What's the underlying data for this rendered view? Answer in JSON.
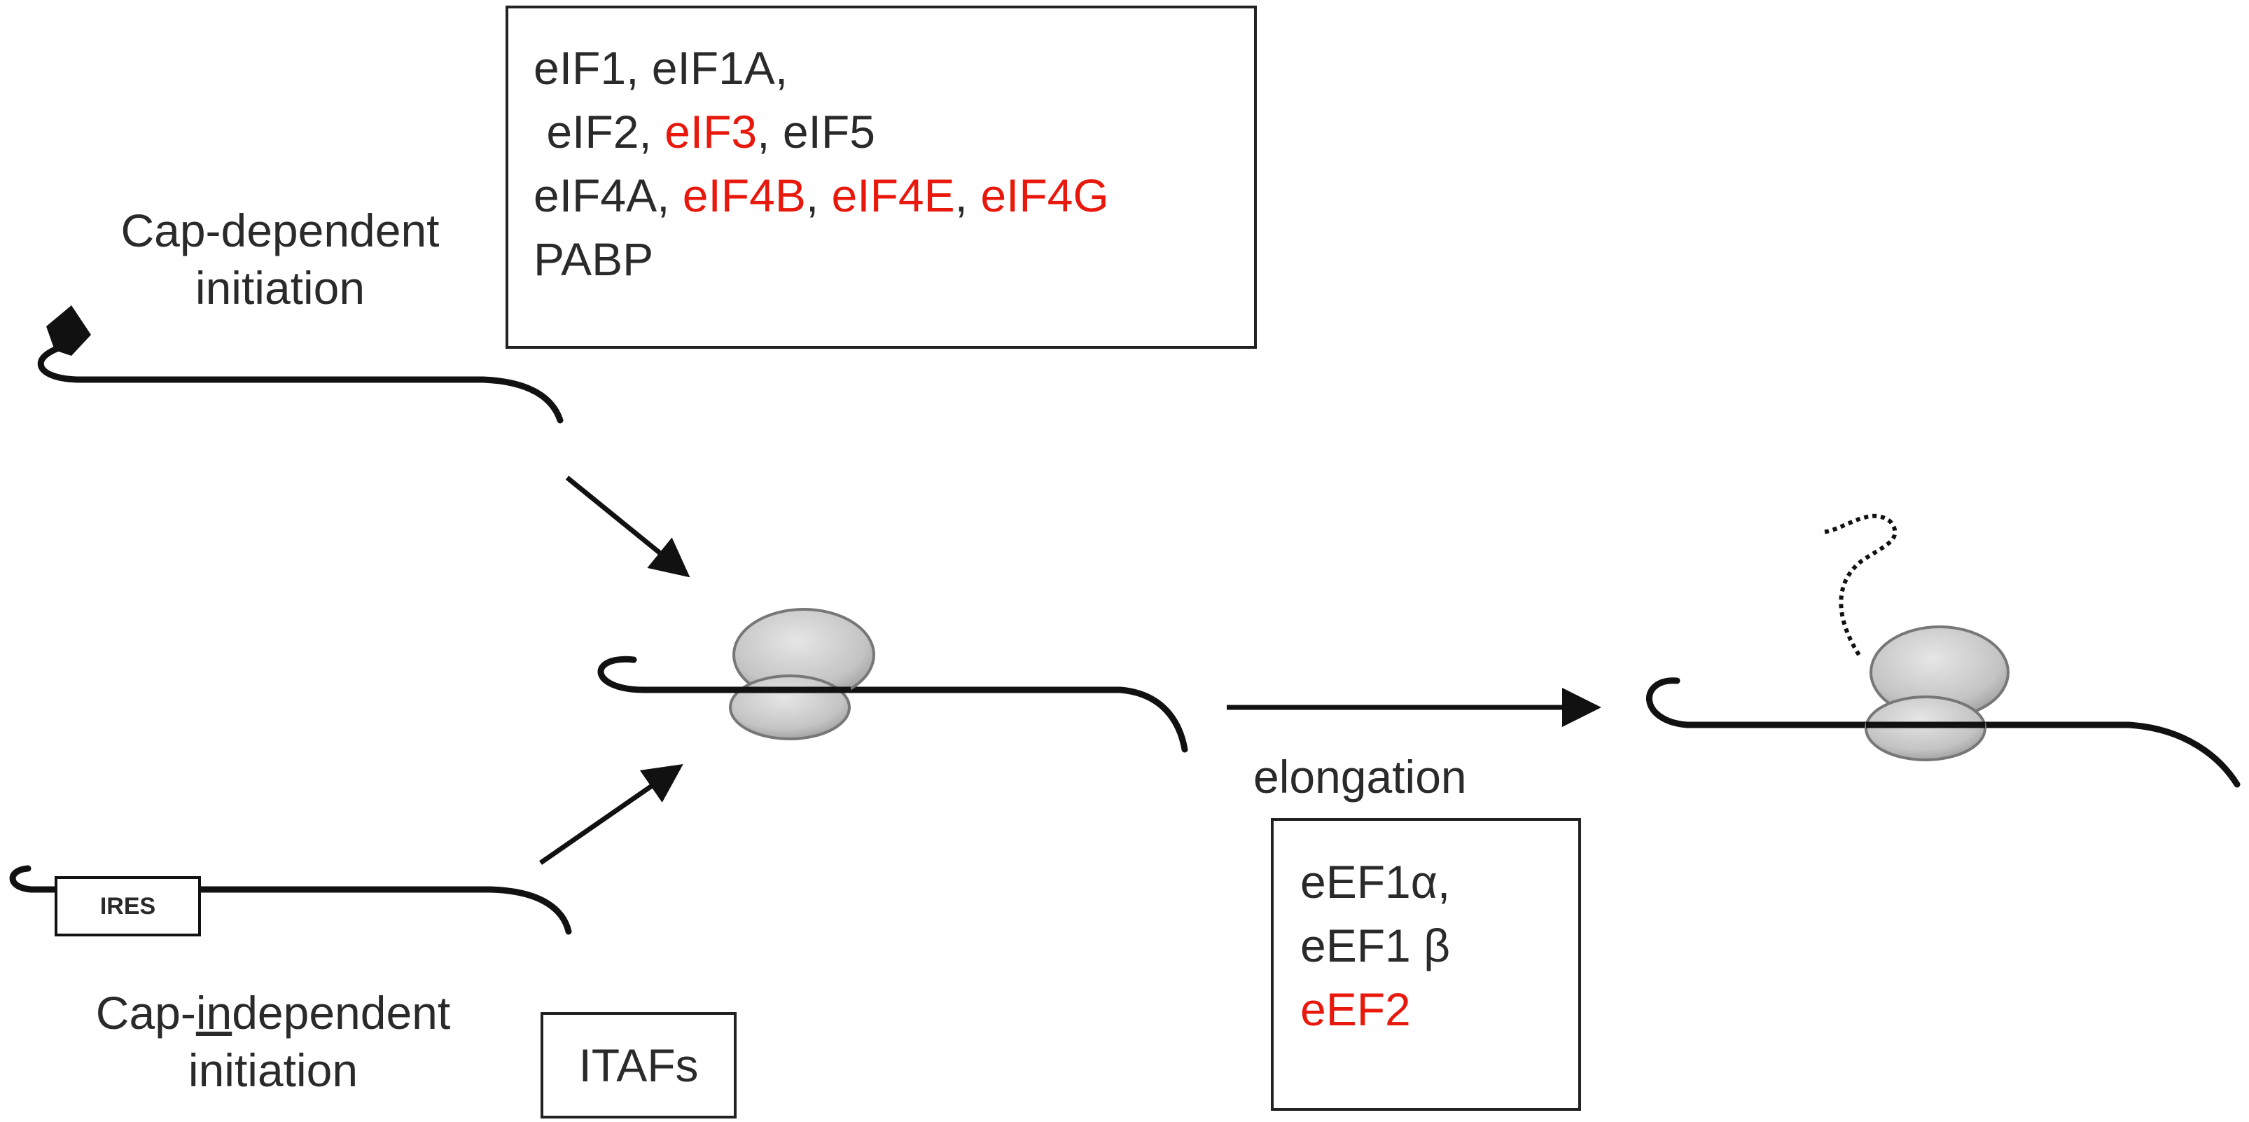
{
  "cap_dependent": {
    "label_line1": "Cap-dependent",
    "label_line2": "initiation",
    "factors_box": {
      "lines": [
        [
          {
            "text": "eIF1, eIF1A,",
            "color": "#2a2a2a"
          }
        ],
        [
          {
            "text": " eIF2, ",
            "color": "#2a2a2a"
          },
          {
            "text": "eIF3",
            "color": "#e8180c"
          },
          {
            "text": ", eIF5",
            "color": "#2a2a2a"
          }
        ],
        [
          {
            "text": "eIF4A, ",
            "color": "#2a2a2a"
          },
          {
            "text": "eIF4B",
            "color": "#e8180c"
          },
          {
            "text": ", ",
            "color": "#2a2a2a"
          },
          {
            "text": "eIF4E",
            "color": "#e8180c"
          },
          {
            "text": ", ",
            "color": "#2a2a2a"
          },
          {
            "text": "eIF4G",
            "color": "#e8180c"
          }
        ],
        [
          {
            "text": "PABP",
            "color": "#2a2a2a"
          }
        ]
      ]
    }
  },
  "cap_independent": {
    "label_line1_prefix": "Cap-",
    "label_line1_underlined": "in",
    "label_line1_suffix": "dependent",
    "label_line2": "initiation",
    "ires_label": "IRES",
    "itafs_label": "ITAFs"
  },
  "elongation": {
    "label": "elongation",
    "factors": [
      {
        "text": "eEF1α,",
        "color": "#2a2a2a"
      },
      {
        "text": "eEF1 β",
        "color": "#2a2a2a"
      },
      {
        "text": "eEF2",
        "color": "#e8180c"
      }
    ]
  },
  "colors": {
    "highlight": "#e8180c",
    "text": "#2a2a2a",
    "ribosome_fill": "#c4c4c4",
    "line": "#111111"
  }
}
